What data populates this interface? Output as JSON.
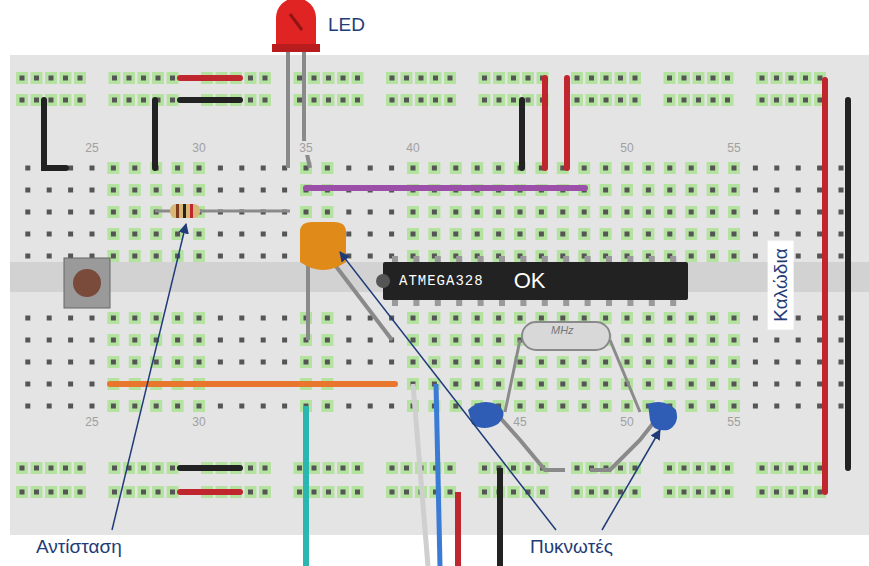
{
  "diagram": {
    "nodes": [
      {
        "text": [
          "ATMEGA328",
          "OK"
        ]
      },
      {
        "text": [
          "Καλώδια"
        ]
      }
    ],
    "labels": [
      "LED",
      "Αντίσταση",
      "Πυκνωτές",
      "MHz",
      "25",
      "30",
      "35",
      "40",
      "50",
      "55",
      "25",
      "30",
      "45",
      "50",
      "55"
    ]
  }
}
